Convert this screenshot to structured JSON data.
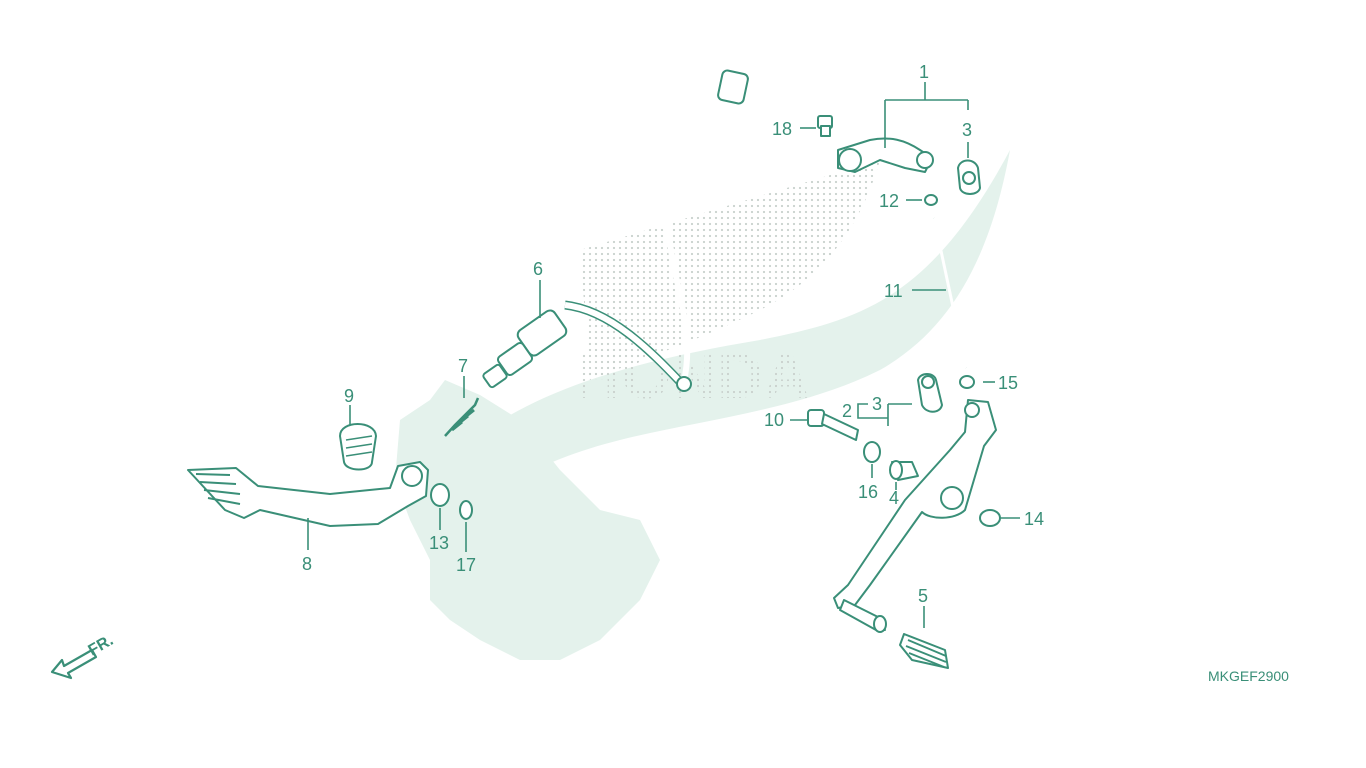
{
  "diagram": {
    "code": "MKGEF2900",
    "front_indicator": "FR.",
    "watermark_brand": "HONDA",
    "callouts": [
      {
        "id": "1",
        "text": "1"
      },
      {
        "id": "2",
        "text": "2"
      },
      {
        "id": "3a",
        "text": "3"
      },
      {
        "id": "3b",
        "text": "3"
      },
      {
        "id": "4",
        "text": "4"
      },
      {
        "id": "5",
        "text": "5"
      },
      {
        "id": "6",
        "text": "6"
      },
      {
        "id": "7",
        "text": "7"
      },
      {
        "id": "8",
        "text": "8"
      },
      {
        "id": "9",
        "text": "9"
      },
      {
        "id": "10",
        "text": "10"
      },
      {
        "id": "11",
        "text": "11"
      },
      {
        "id": "12",
        "text": "12"
      },
      {
        "id": "13",
        "text": "13"
      },
      {
        "id": "14",
        "text": "14"
      },
      {
        "id": "15",
        "text": "15"
      },
      {
        "id": "16",
        "text": "16"
      },
      {
        "id": "17",
        "text": "17"
      },
      {
        "id": "18",
        "text": "18"
      }
    ],
    "colors": {
      "line": "#3a8f78",
      "watermark": "#e4f2ec"
    }
  }
}
